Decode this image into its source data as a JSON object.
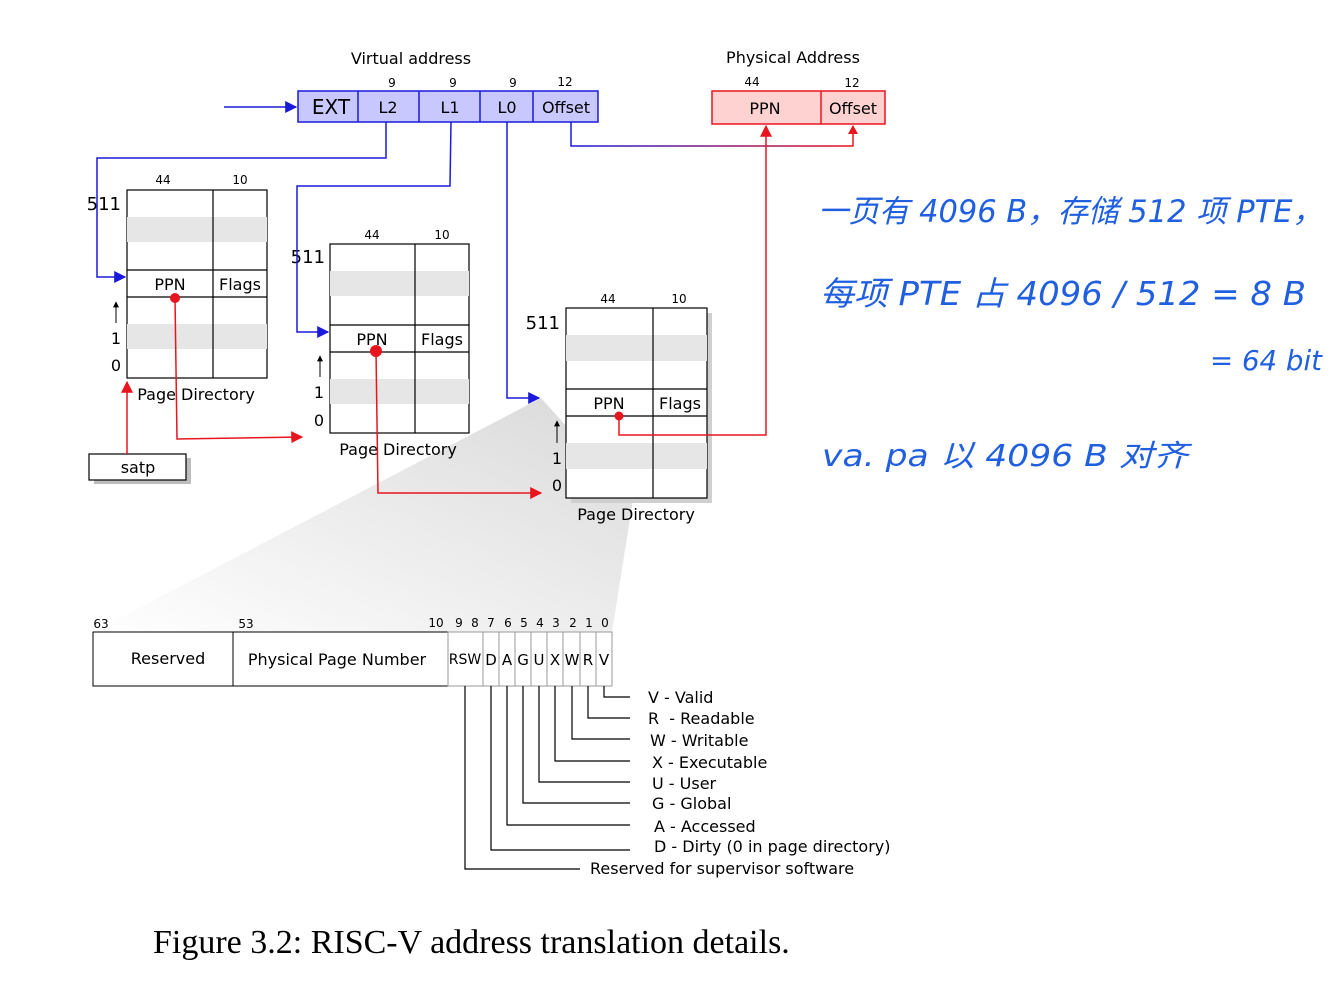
{
  "virtual_address": {
    "title": "Virtual address",
    "bits": [
      "9",
      "9",
      "9",
      "12"
    ],
    "fields": [
      "EXT",
      "L2",
      "L1",
      "L0",
      "Offset"
    ]
  },
  "physical_address": {
    "title": "Physical Address",
    "bits": [
      "44",
      "12"
    ],
    "fields": [
      "PPN",
      "Offset"
    ]
  },
  "page_directory": {
    "bits_ppn": "44",
    "bits_flags": "10",
    "top_index": "511",
    "index_one": "1",
    "index_zero": "0",
    "ppn": "PPN",
    "flags": "Flags",
    "label": "Page Directory"
  },
  "satp": "satp",
  "pte": {
    "bit_labels": [
      "63",
      "53",
      "10",
      "9",
      "8",
      "7",
      "6",
      "5",
      "4",
      "3",
      "2",
      "1",
      "0"
    ],
    "reserved": "Reserved",
    "ppn": "Physical Page Number",
    "flag_fields": [
      "RSW",
      "D",
      "A",
      "G",
      "U",
      "X",
      "W",
      "R",
      "V"
    ],
    "legend": [
      "V - Valid",
      "R  - Readable",
      "W - Writable",
      "X - Executable",
      "U - User",
      "G - Global",
      "A - Accessed",
      "D - Dirty (0 in page directory)",
      "Reserved for supervisor software"
    ]
  },
  "notes": [
    "一页有 4096 B，存储 512 项 PTE，",
    "每项 PTE 占 4096 / 512 = 8 B",
    "= 64 bit",
    "va. pa 以 4096 B 对齐"
  ],
  "caption": "Figure 3.2: RISC-V address translation details.",
  "colors": {
    "blue": "#1a1adb",
    "red": "#e8141e",
    "va_fill": "#c8c8ff",
    "pa_fill": "#ffd2d2",
    "note": "#1f5fe0"
  }
}
